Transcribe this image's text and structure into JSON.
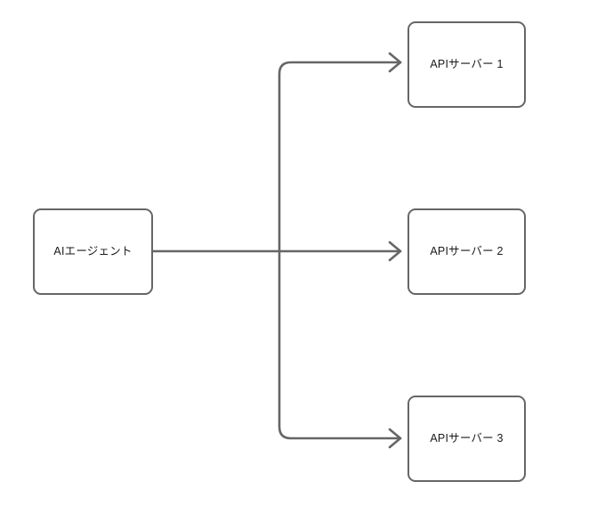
{
  "diagram": {
    "type": "flow-diagram",
    "orientation": "left-to-right",
    "background_color": "#ffffff",
    "stroke_color": "#666666",
    "text_color": "#1a1a1a",
    "nodes": [
      {
        "id": "agent",
        "label": "AIエージェント",
        "shape": "rounded-rectangle"
      },
      {
        "id": "server1",
        "label": "APIサーバー 1",
        "shape": "rounded-rectangle"
      },
      {
        "id": "server2",
        "label": "APIサーバー 2",
        "shape": "rounded-rectangle"
      },
      {
        "id": "server3",
        "label": "APIサーバー 3",
        "shape": "rounded-rectangle"
      }
    ],
    "edges": [
      {
        "id": "edge-agent-server1",
        "from": "agent",
        "to": "server1",
        "style": "orthogonal",
        "arrowhead": "open-arrow"
      },
      {
        "id": "edge-agent-server2",
        "from": "agent",
        "to": "server2",
        "style": "straight",
        "arrowhead": "open-arrow"
      },
      {
        "id": "edge-agent-server3",
        "from": "agent",
        "to": "server3",
        "style": "orthogonal",
        "arrowhead": "open-arrow"
      }
    ]
  }
}
